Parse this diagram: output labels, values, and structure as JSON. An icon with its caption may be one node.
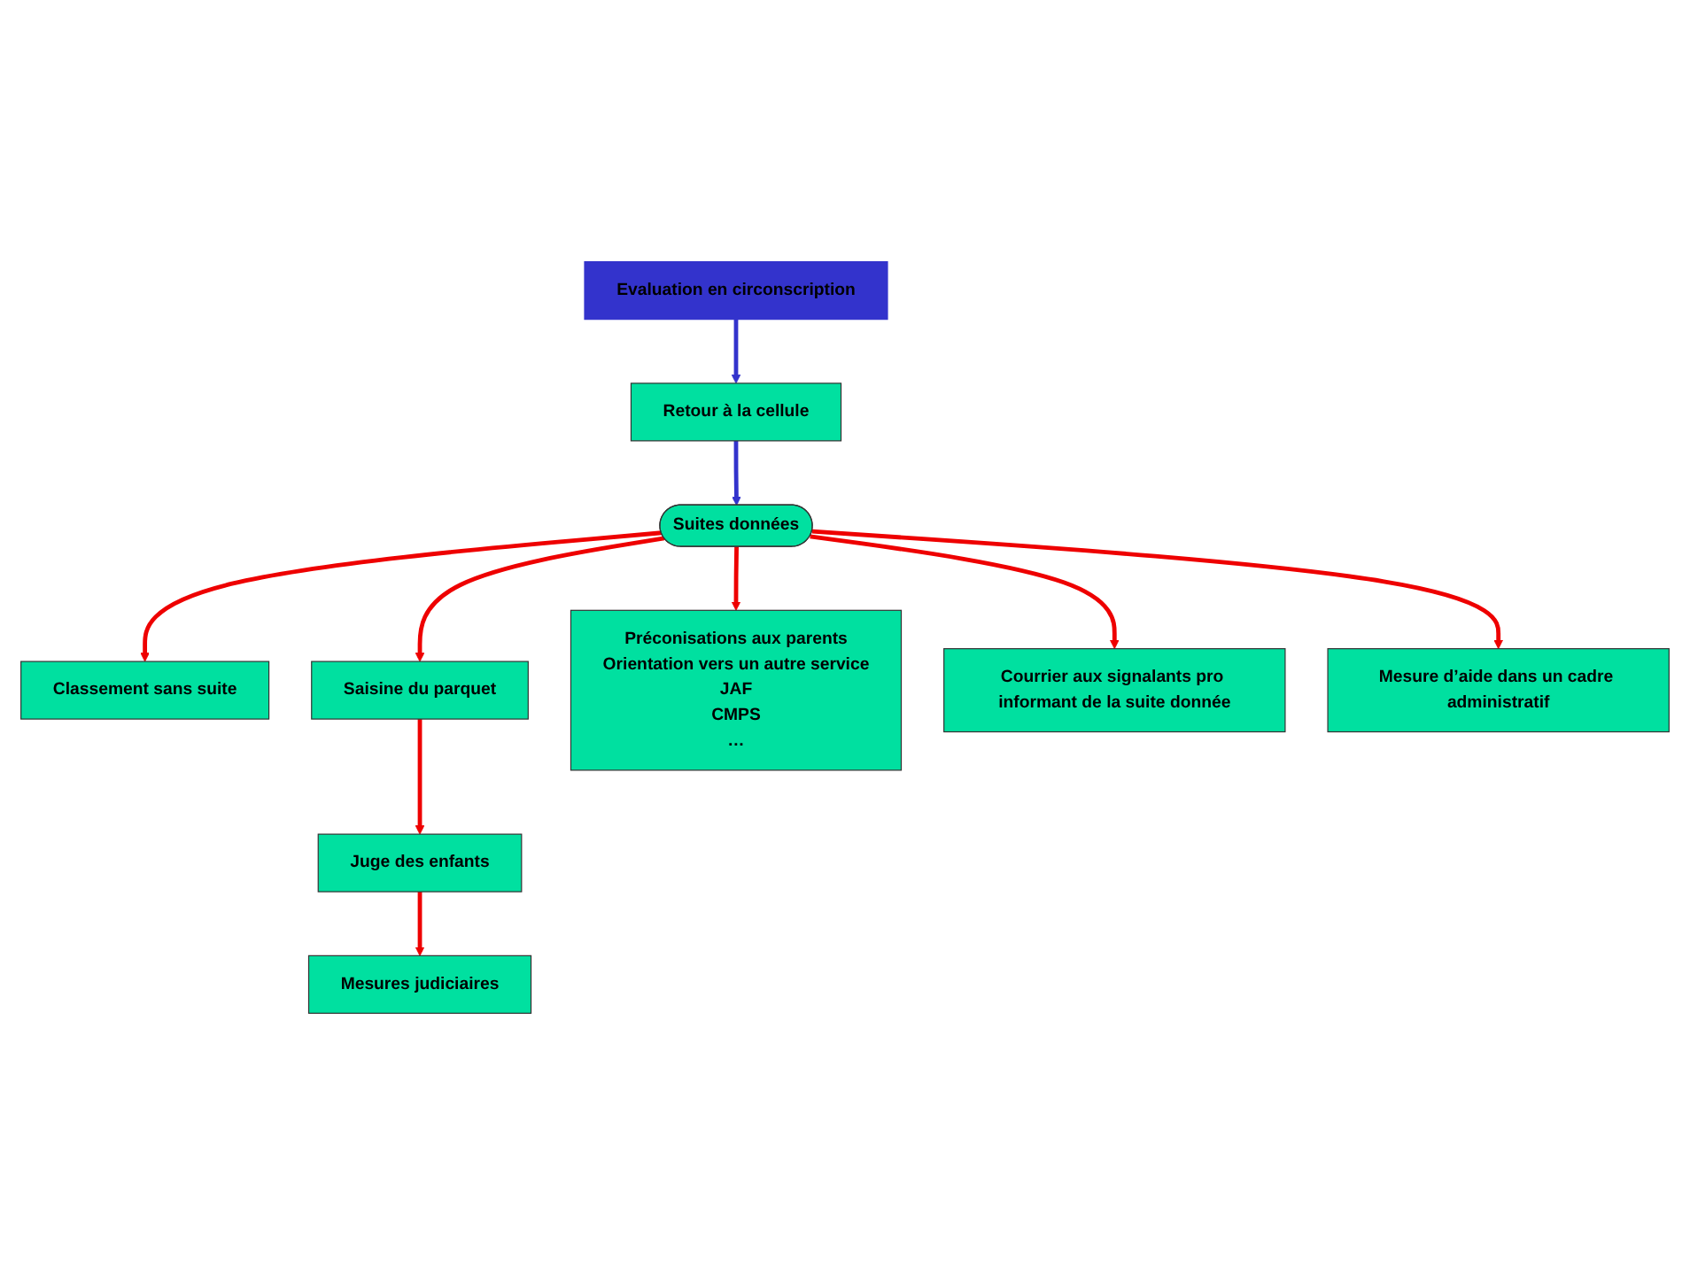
{
  "diagram": {
    "nodes": [
      {
        "text": [
          "Evaluation en circonscription"
        ]
      },
      {
        "text": [
          "Retour à la cellule"
        ]
      },
      {
        "text": [
          "Classement sans suite"
        ]
      },
      {
        "text": [
          "Saisine du parquet"
        ]
      },
      {
        "text": [
          "Suites données"
        ]
      },
      {
        "text": [
          "Préconisations aux parents",
          "Orientation vers un autre service",
          "JAF",
          "CMPS",
          "…"
        ]
      },
      {
        "text": [
          "Juge des enfants"
        ]
      },
      {
        "text": [
          "Courrier aux signalants pro informant de la suite donnée"
        ]
      },
      {
        "text": [
          "Mesures judiciaires"
        ]
      },
      {
        "text": [
          "Mesure d’aide dans un cadre administratif"
        ]
      }
    ],
    "edges": [
      {
        "from": 0,
        "to": 1,
        "arrow": "to",
        "color": "#3333cc"
      },
      {
        "from": 1,
        "to": 4,
        "arrow": "to",
        "color": "#3333cc"
      },
      {
        "from": 4,
        "to": 2,
        "arrow": "to"
      },
      {
        "from": 4,
        "to": 3,
        "arrow": "to"
      },
      {
        "from": 4,
        "to": 5,
        "arrow": "to"
      },
      {
        "from": 4,
        "to": 7,
        "arrow": "to"
      },
      {
        "from": 4,
        "to": 9,
        "arrow": "to"
      },
      {
        "from": 3,
        "to": 6,
        "arrow": "to"
      },
      {
        "from": 6,
        "to": 8,
        "arrow": "to"
      }
    ]
  }
}
